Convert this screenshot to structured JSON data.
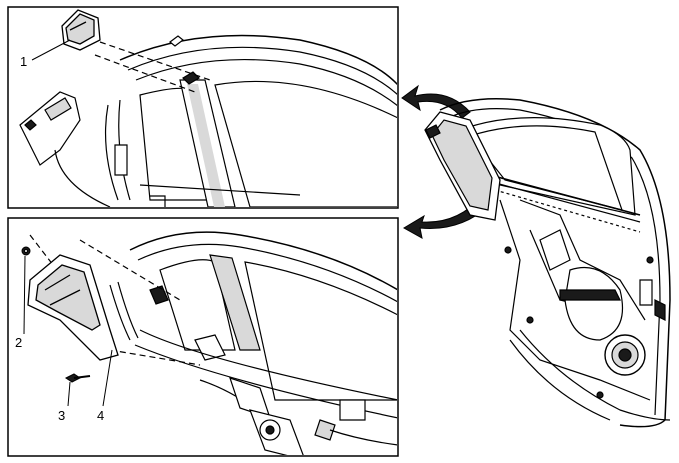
{
  "callouts": {
    "c1": "1",
    "c2": "2",
    "c3": "3",
    "c4": "4"
  },
  "colors": {
    "line": "#000000",
    "fill": "#ffffff",
    "shade": "#d9d9d9",
    "dark": "#1a1a1a"
  }
}
